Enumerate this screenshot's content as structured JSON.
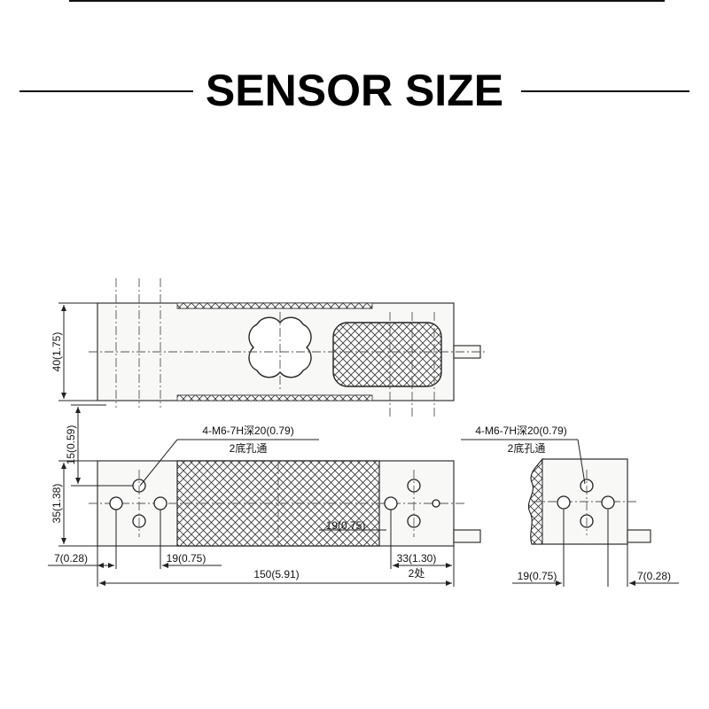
{
  "title": "SENSOR SIZE",
  "top_view": {
    "height_label": "40(1.75)"
  },
  "front_view": {
    "thread_label": "4-M6-7H深20(0.79)",
    "bottom_label": "2底孔通",
    "top_offset_label": "15(0.59)",
    "height_label": "35(1.38)",
    "inner_label": "19(0.75)",
    "left_edge_label": "7(0.28)",
    "hole_span_label": "19(0.75)",
    "right_span_label": "33(1.30)",
    "count_label": "2处",
    "length_label": "150(5.91)"
  },
  "side_view": {
    "thread_label": "4-M6-7H深20(0.79)",
    "bottom_label": "2底孔通",
    "hole_span_label": "19(0.75)",
    "right_edge_label": "7(0.28)"
  }
}
